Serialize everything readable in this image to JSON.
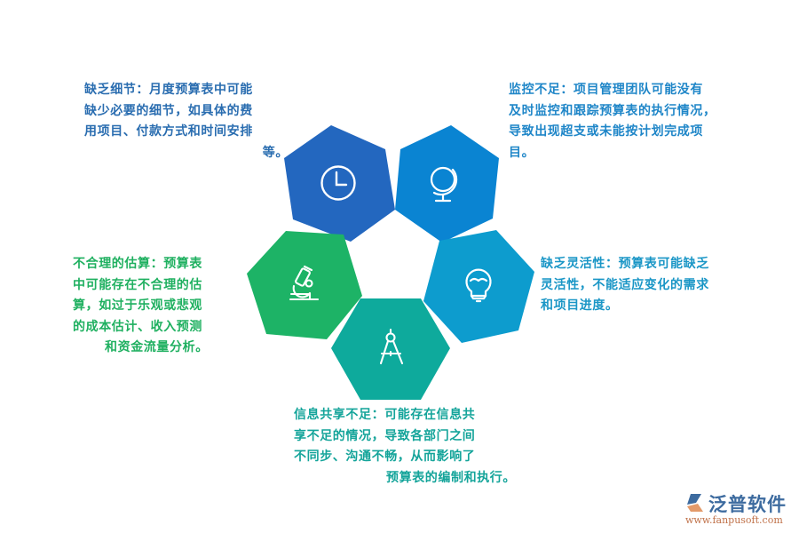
{
  "diagram": {
    "type": "hexagon-cluster",
    "colors": {
      "clock_hex": "#2367bf",
      "globe_hex": "#0a84d2",
      "microscope_hex": "#1db366",
      "bulb_hex": "#0d9cce",
      "compass_hex": "#0eaa9c"
    },
    "nodes": [
      {
        "id": "lack-detail",
        "icon": "clock-icon",
        "lines": [
          "缺乏细节：月度预算表中可能",
          "缺少必要的细节，如具体的费",
          "用项目、付款方式和时间安排",
          "等。"
        ]
      },
      {
        "id": "insufficient-monitoring",
        "icon": "globe-icon",
        "lines": [
          "监控不足：项目管理团队可能没有",
          "及时监控和跟踪预算表的执行情况，",
          "导致出现超支或未能按计划完成项",
          "目。"
        ]
      },
      {
        "id": "unreasonable-estimates",
        "icon": "microscope-icon",
        "lines": [
          "不合理的估算：预算表",
          "中可能存在不合理的估",
          "算，如过于乐观或悲观",
          "的成本估计、收入预测",
          "和资金流量分析。"
        ]
      },
      {
        "id": "lack-flexibility",
        "icon": "lightbulb-icon",
        "lines": [
          "缺乏灵活性：预算表可能缺乏",
          "灵活性，不能适应变化的需求",
          "和项目进度。"
        ]
      },
      {
        "id": "insufficient-info-sharing",
        "icon": "compass-icon",
        "lines": [
          "信息共享不足：可能存在信息共",
          "享不足的情况，导致各部门之间",
          "不同步、沟通不畅，从而影响了",
          "预算表的编制和执行。"
        ]
      }
    ]
  },
  "logo": {
    "name": "泛普软件",
    "url": "www.fanpusoft.com"
  }
}
